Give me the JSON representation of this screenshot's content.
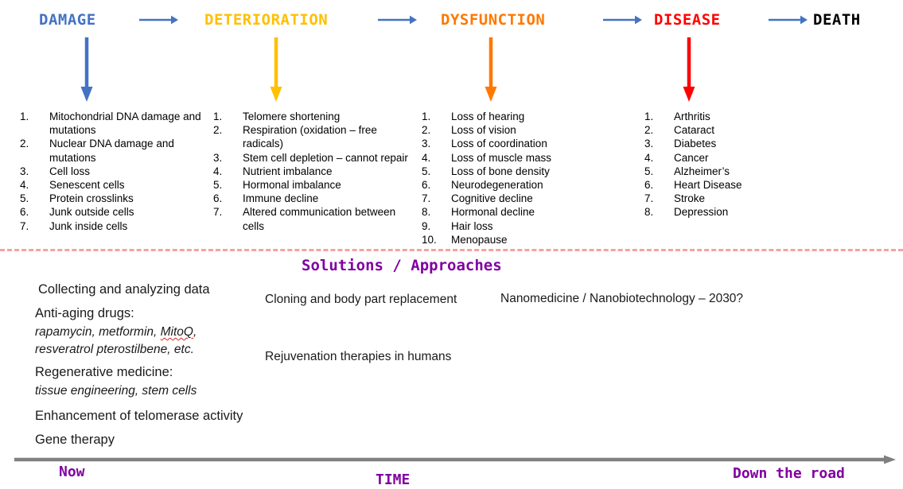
{
  "colors": {
    "damage": "#4472c4",
    "deterioration": "#ffc000",
    "dysfunction": "#ff7800",
    "disease": "#ff0000",
    "death": "#000000",
    "arrow_horizontal": "#4472c4",
    "divider": "#f8a0a0",
    "heading_purple": "#8000a0",
    "timeline": "#808080",
    "body_text": "#000000"
  },
  "cascade": {
    "stages": [
      {
        "label": "DAMAGE",
        "color": "#4472c4"
      },
      {
        "label": "DETERIORATION",
        "color": "#ffc000"
      },
      {
        "label": "DYSFUNCTION",
        "color": "#ff7800"
      },
      {
        "label": "DISEASE",
        "color": "#ff0000"
      },
      {
        "label": "DEATH",
        "color": "#000000"
      }
    ],
    "connector_arrows": 4,
    "down_arrows": 4
  },
  "columns": [
    {
      "stage": "DAMAGE",
      "items": [
        "Mitochondrial DNA damage and mutations",
        "Nuclear DNA damage and mutations",
        "Cell loss",
        "Senescent cells",
        "Protein crosslinks",
        "Junk outside cells",
        "Junk inside cells"
      ]
    },
    {
      "stage": "DETERIORATION",
      "items": [
        "Telomere shortening",
        "Respiration (oxidation – free radicals)",
        "Stem cell depletion – cannot repair",
        "Nutrient imbalance",
        "Hormonal imbalance",
        "Immune decline",
        "Altered communication between cells"
      ]
    },
    {
      "stage": "DYSFUNCTION",
      "items": [
        "Loss of hearing",
        "Loss of vision",
        "Loss of coordination",
        "Loss of muscle mass",
        "Loss of bone density",
        "Neurodegeneration",
        "Cognitive decline",
        "Hormonal decline",
        "Hair loss",
        "Menopause"
      ]
    },
    {
      "stage": "DISEASE",
      "items": [
        "Arthritis",
        "Cataract",
        "Diabetes",
        "Cancer",
        "Alzheimer’s",
        "Heart Disease",
        "Stroke",
        "Depression"
      ]
    }
  ],
  "solutions": {
    "heading": "Solutions / Approaches",
    "left_column": [
      "Collecting and analyzing data",
      "Anti-aging drugs:",
      "rapamycin, metformin, MitoQ,",
      "resveratrol pterostilbene, etc.",
      "Regenerative medicine:",
      "tissue engineering, stem cells",
      "Enhancement of telomerase activity",
      "Gene therapy"
    ],
    "middle_column": [
      "Cloning and body part replacement",
      "Rejuvenation therapies in humans"
    ],
    "right_column": [
      "Nanomedicine / Nanobiotechnology – 2030?"
    ],
    "misspelled_word": "MitoQ"
  },
  "timeline": {
    "start_label": "Now",
    "center_label": "TIME",
    "end_label": "Down the road"
  }
}
